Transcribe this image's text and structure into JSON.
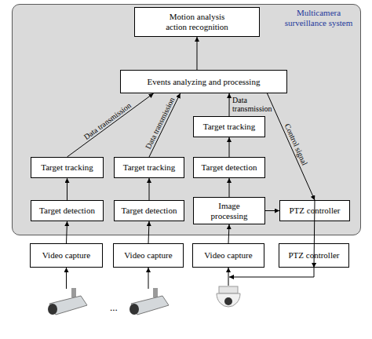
{
  "diagram": {
    "nodes": [
      {
        "text": [
          "Multicamera surveillance system"
        ]
      },
      {
        "text": [
          "Motion analysis action recognition"
        ],
        "in": 0
      },
      {
        "text": [
          "Events analyzing and processing"
        ],
        "in": 0
      },
      {
        "text": [
          "Target tracking"
        ],
        "in": 0
      },
      {
        "text": [
          "Target tracking"
        ],
        "in": 0
      },
      {
        "text": [
          "Target tracking"
        ],
        "in": 0
      },
      {
        "text": [
          "Target detection"
        ],
        "in": 0
      },
      {
        "text": [
          "Target detection"
        ],
        "in": 0
      },
      {
        "text": [
          "Target detection"
        ],
        "in": 0
      },
      {
        "text": [
          "Image processing"
        ],
        "in": 0
      },
      {
        "text": [
          "PTZ controller"
        ],
        "in": 0
      },
      {
        "text": [
          "Video capture"
        ]
      },
      {
        "text": [
          "Video capture"
        ]
      },
      {
        "text": [
          "Video capture"
        ]
      },
      {
        "text": [
          "PTZ controller"
        ]
      }
    ],
    "edges": [
      {
        "from": 2,
        "to": 1,
        "arrow": "to"
      },
      {
        "from": 4,
        "to": 2,
        "label": "Data transmission",
        "arrow": "to"
      },
      {
        "from": 5,
        "to": 2,
        "label": "Data transmission",
        "arrow": "to"
      },
      {
        "from": 3,
        "to": 2,
        "label": "Data transmission",
        "arrow": "to"
      },
      {
        "from": 2,
        "to": 10,
        "label": "Control signal",
        "arrow": "to"
      },
      {
        "from": 7,
        "to": 4,
        "arrow": "to"
      },
      {
        "from": 8,
        "to": 5,
        "arrow": "to"
      },
      {
        "from": 6,
        "to": 3,
        "arrow": "to"
      },
      {
        "from": 9,
        "to": 6,
        "arrow": "to"
      },
      {
        "from": 9,
        "to": 10,
        "arrow": "to"
      },
      {
        "from": 11,
        "to": 7,
        "arrow": "to"
      },
      {
        "from": 12,
        "to": 8,
        "arrow": "to"
      },
      {
        "from": 13,
        "to": 9,
        "arrow": "to"
      },
      {
        "from": 10,
        "to": 14,
        "arrow": "to"
      }
    ],
    "labels": [
      "..."
    ]
  }
}
